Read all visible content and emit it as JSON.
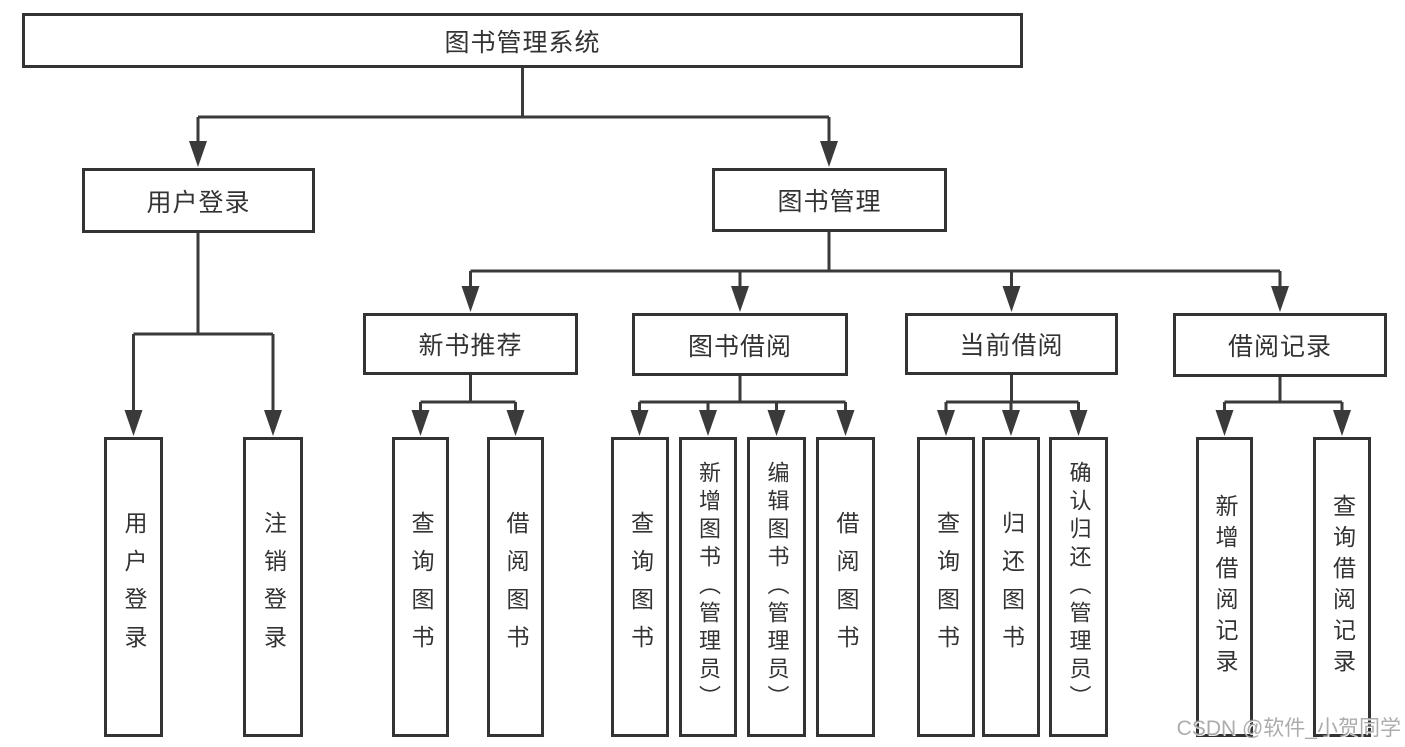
{
  "diagram_title": "图书管理系统",
  "watermark": "CSDN @软件_小贺同学",
  "nodes": {
    "root": "图书管理系统",
    "user_login": "用户登录",
    "book_mgmt": "图书管理",
    "new_book_rec": "新书推荐",
    "book_borrow": "图书借阅",
    "current_borrow": "当前借阅",
    "borrow_records": "借阅记录",
    "ul_login": "用户登录",
    "ul_logout": "注销登录",
    "nbr_query": "查询图书",
    "nbr_borrow": "借阅图书",
    "bb_query": "查询图书",
    "bb_add": "新增图书（管理员）",
    "bb_edit": "编辑图书（管理员）",
    "bb_borrow": "借阅图书",
    "cb_query": "查询图书",
    "cb_return": "归还图书",
    "cb_confirm": "确认归还（管理员）",
    "br_add": "新增借阅记录",
    "br_query": "查询借阅记录"
  },
  "hierarchy": {
    "图书管理系统": [
      "用户登录",
      "图书管理"
    ],
    "用户登录": [
      "用户登录",
      "注销登录"
    ],
    "图书管理": [
      "新书推荐",
      "图书借阅",
      "当前借阅",
      "借阅记录"
    ],
    "新书推荐": [
      "查询图书",
      "借阅图书"
    ],
    "图书借阅": [
      "查询图书",
      "新增图书（管理员）",
      "编辑图书（管理员）",
      "借阅图书"
    ],
    "当前借阅": [
      "查询图书",
      "归还图书",
      "确认归还（管理员）"
    ],
    "借阅记录": [
      "新增借阅记录",
      "查询借阅记录"
    ]
  },
  "colors": {
    "line": "#3a3a3a",
    "border": "#333333",
    "text": "#333333",
    "background": "#ffffff",
    "watermark": "#9e9e9e"
  }
}
